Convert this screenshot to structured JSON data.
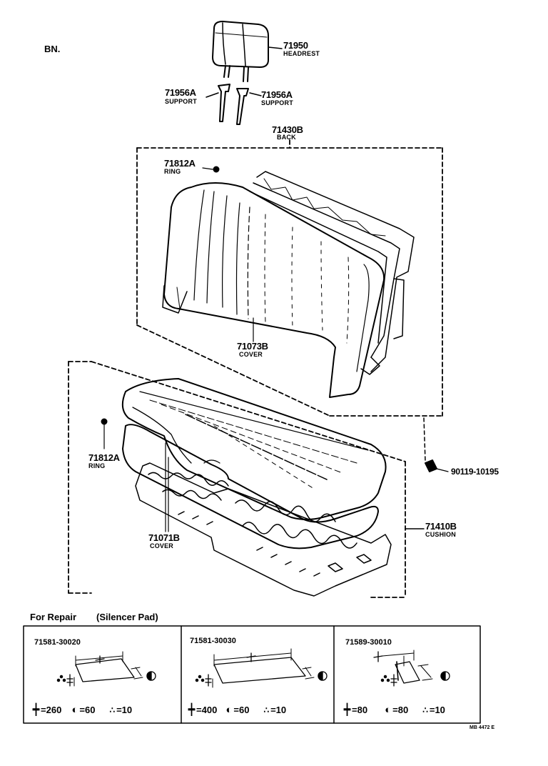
{
  "header": {
    "bn_label": "BN."
  },
  "parts": {
    "headrest": {
      "number": "71950",
      "name": "HEADREST"
    },
    "support_left": {
      "number": "71956A",
      "name": "SUPPORT"
    },
    "support_right": {
      "number": "71956A",
      "name": "SUPPORT"
    },
    "back": {
      "number": "71430B",
      "name": "BACK"
    },
    "ring_upper": {
      "number": "71812A",
      "name": "RING"
    },
    "back_cover": {
      "number": "71073B",
      "name": "COVER"
    },
    "ring_lower": {
      "number": "71812A",
      "name": "RING"
    },
    "bolt": {
      "number": "90119-10195"
    },
    "cushion": {
      "number": "71410B",
      "name": "CUSHION"
    },
    "cushion_cover": {
      "number": "71071B",
      "name": "COVER"
    }
  },
  "repair": {
    "title": "For Repair",
    "subtitle": "(Silencer Pad)",
    "boxes": [
      {
        "code": "71581-30020",
        "length": "=260",
        "width": "=60",
        "thickness": "=10"
      },
      {
        "code": "71581-30030",
        "length": "=400",
        "width": "=60",
        "thickness": "=10"
      },
      {
        "code": "71589-30010",
        "length": "=80",
        "width": "=80",
        "thickness": "=10"
      }
    ]
  },
  "footer": {
    "code": "MB 4472 E"
  }
}
